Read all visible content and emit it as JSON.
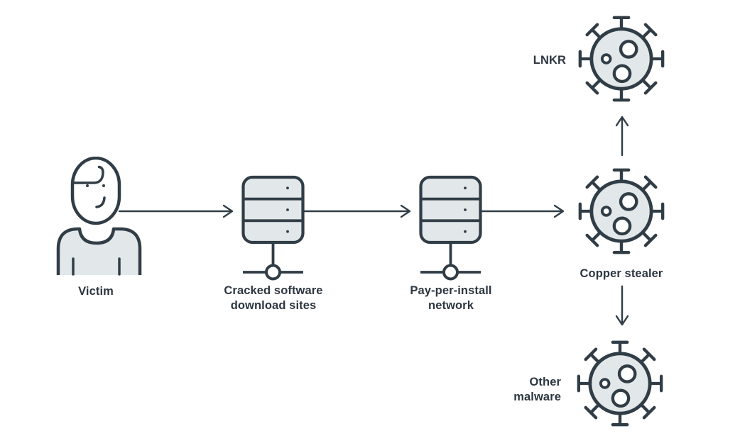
{
  "diagram": {
    "background": "#ffffff",
    "colors": {
      "node_fill": "#e2e8ea",
      "outline": "#313d46",
      "text": "#2c3640"
    },
    "nodes": {
      "victim": {
        "label": "Victim",
        "icon": "person-icon"
      },
      "cracked_sites": {
        "label_line1": "Cracked software",
        "label_line2": "download sites",
        "icon": "server-icon"
      },
      "ppi_network": {
        "label_line1": "Pay-per-install",
        "label_line2": "network",
        "icon": "server-icon"
      },
      "copper_stealer": {
        "label": "Copper stealer",
        "icon": "virus-icon"
      },
      "lnkr": {
        "label": "LNKR",
        "icon": "virus-icon"
      },
      "other_malware": {
        "label_line1": "Other",
        "label_line2": "malware",
        "icon": "virus-icon"
      }
    },
    "edges": [
      {
        "from": "victim",
        "to": "cracked_sites",
        "direction": "right"
      },
      {
        "from": "cracked_sites",
        "to": "ppi_network",
        "direction": "right"
      },
      {
        "from": "ppi_network",
        "to": "copper_stealer",
        "direction": "right"
      },
      {
        "from": "copper_stealer",
        "to": "lnkr",
        "direction": "up"
      },
      {
        "from": "copper_stealer",
        "to": "other_malware",
        "direction": "down"
      }
    ]
  }
}
